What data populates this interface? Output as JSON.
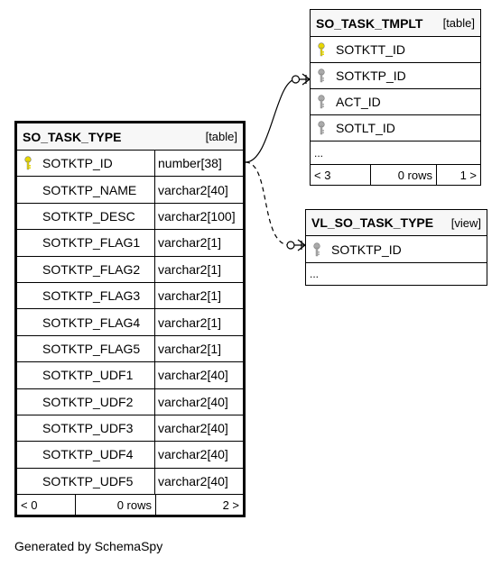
{
  "tables": {
    "so_task_type": {
      "name": "SO_TASK_TYPE",
      "kind": "[table]",
      "columns": [
        {
          "name": "SOTKTP_ID",
          "type": "number[38]",
          "key": "primary"
        },
        {
          "name": "SOTKTP_NAME",
          "type": "varchar2[40]",
          "key": "none"
        },
        {
          "name": "SOTKTP_DESC",
          "type": "varchar2[100]",
          "key": "none"
        },
        {
          "name": "SOTKTP_FLAG1",
          "type": "varchar2[1]",
          "key": "none"
        },
        {
          "name": "SOTKTP_FLAG2",
          "type": "varchar2[1]",
          "key": "none"
        },
        {
          "name": "SOTKTP_FLAG3",
          "type": "varchar2[1]",
          "key": "none"
        },
        {
          "name": "SOTKTP_FLAG4",
          "type": "varchar2[1]",
          "key": "none"
        },
        {
          "name": "SOTKTP_FLAG5",
          "type": "varchar2[1]",
          "key": "none"
        },
        {
          "name": "SOTKTP_UDF1",
          "type": "varchar2[40]",
          "key": "none"
        },
        {
          "name": "SOTKTP_UDF2",
          "type": "varchar2[40]",
          "key": "none"
        },
        {
          "name": "SOTKTP_UDF3",
          "type": "varchar2[40]",
          "key": "none"
        },
        {
          "name": "SOTKTP_UDF4",
          "type": "varchar2[40]",
          "key": "none"
        },
        {
          "name": "SOTKTP_UDF5",
          "type": "varchar2[40]",
          "key": "none"
        }
      ],
      "footer": {
        "parents": "< 0",
        "rows": "0 rows",
        "children": "2 >"
      }
    },
    "so_task_tmplt": {
      "name": "SO_TASK_TMPLT",
      "kind": "[table]",
      "columns": [
        {
          "name": "SOTKTT_ID",
          "key": "primary"
        },
        {
          "name": "SOTKTP_ID",
          "key": "foreign"
        },
        {
          "name": "ACT_ID",
          "key": "foreign"
        },
        {
          "name": "SOTLT_ID",
          "key": "foreign"
        }
      ],
      "more": "...",
      "footer": {
        "parents": "< 3",
        "rows": "0 rows",
        "children": "1 >"
      }
    },
    "vl_so_task_type": {
      "name": "VL_SO_TASK_TYPE",
      "kind": "[view]",
      "columns": [
        {
          "name": "SOTKTP_ID",
          "key": "foreign"
        }
      ],
      "more": "..."
    }
  },
  "generated_by": "Generated by SchemaSpy",
  "colors": {
    "primary_key": "#e8d800",
    "foreign_key": "#aaaaaa",
    "border": "#000000",
    "header_bg": "#f7f7f7"
  },
  "icons": {
    "primary_key": "key-icon",
    "foreign_key": "key-icon"
  }
}
